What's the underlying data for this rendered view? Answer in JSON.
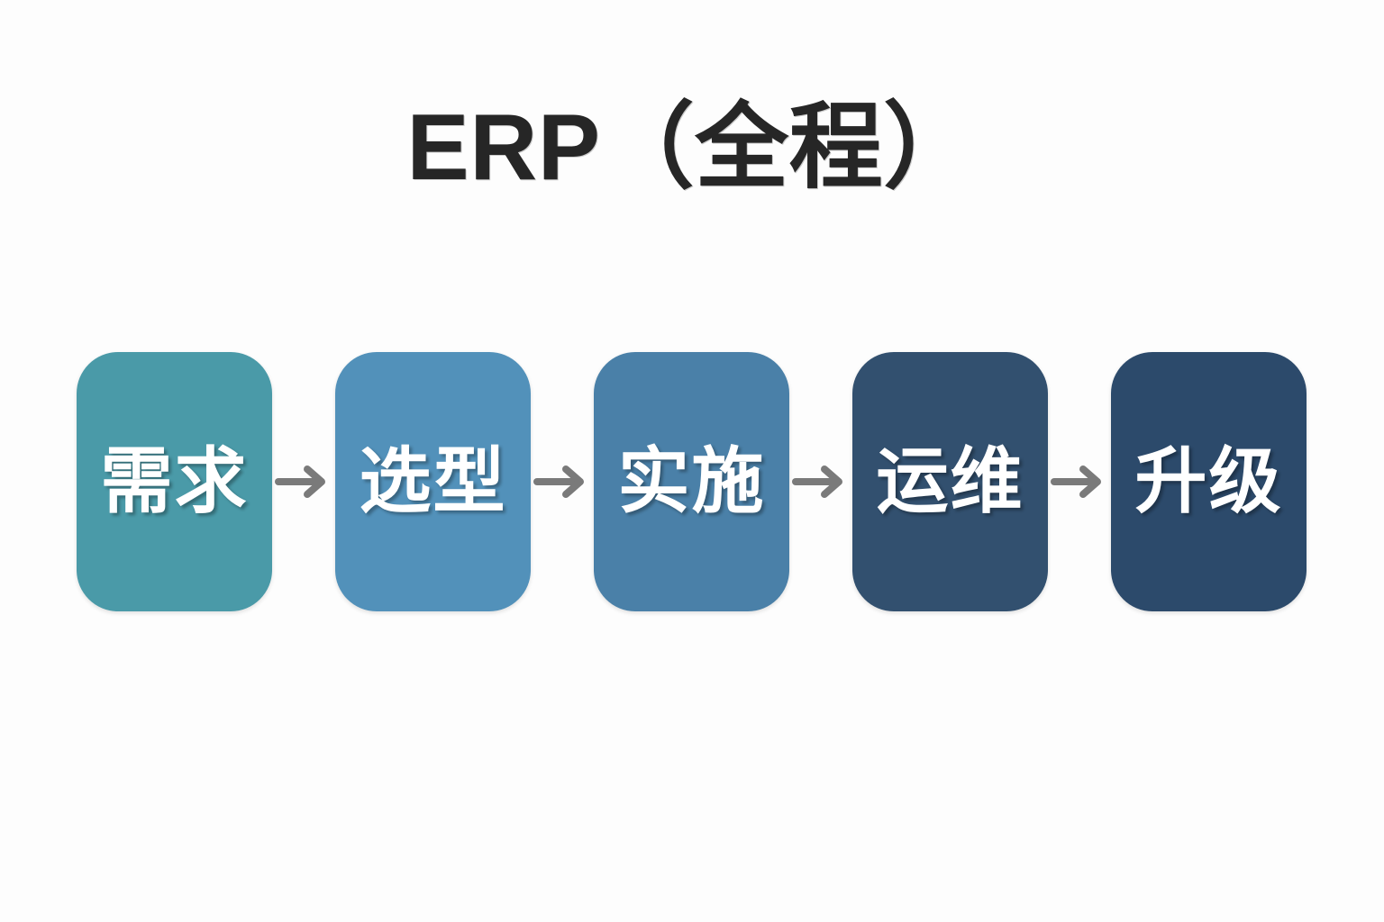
{
  "page": {
    "background_color": "#fdfdfd"
  },
  "title": {
    "text": "ERP（全程）",
    "color": "#262626"
  },
  "flow": {
    "arrow_icon": "arrow-right-icon",
    "arrow_color": "#7a7a7a",
    "label_color": "#ffffff",
    "stages": [
      {
        "label": "需求",
        "color": "#4a9aa8"
      },
      {
        "label": "选型",
        "color": "#5291ba"
      },
      {
        "label": "实施",
        "color": "#4a80a8"
      },
      {
        "label": "运维",
        "color": "#32506f"
      },
      {
        "label": "升级",
        "color": "#2c4a6b"
      }
    ]
  }
}
